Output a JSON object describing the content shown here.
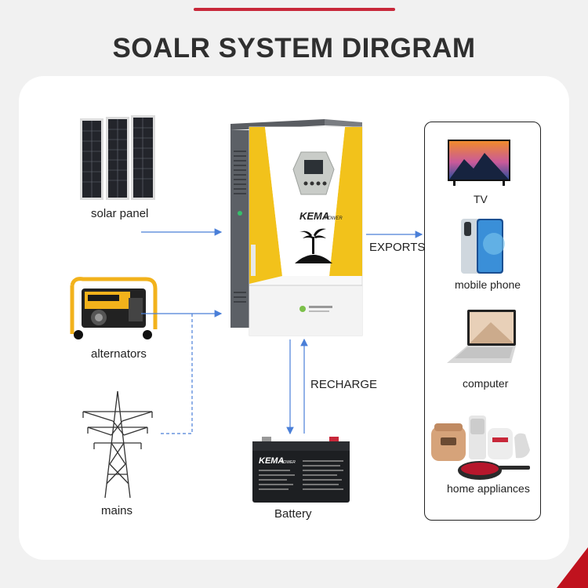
{
  "title": "SOALR SYSTEM DIRGRAM",
  "sources": {
    "solar_panel": "solar panel",
    "alternators": "alternators",
    "mains": "mains"
  },
  "inverter": {
    "brand": "KEMA",
    "brand_suffix": "POWER"
  },
  "battery": {
    "label": "Battery",
    "brand": "KEMA",
    "brand_suffix": "POWER"
  },
  "flows": {
    "exports": "EXPORTS",
    "recharge": "RECHARGE"
  },
  "devices": [
    {
      "label": "TV",
      "icon": "tv-icon"
    },
    {
      "label": "mobile phone",
      "icon": "mobile-phone-icon"
    },
    {
      "label": "computer",
      "icon": "laptop-icon"
    },
    {
      "label": "home appliances",
      "icon": "home-appliances-icon"
    }
  ],
  "colors": {
    "accent_red": "#c8283a",
    "arrow_blue": "#4a7fd8",
    "inverter_yellow": "#f2c21b"
  }
}
